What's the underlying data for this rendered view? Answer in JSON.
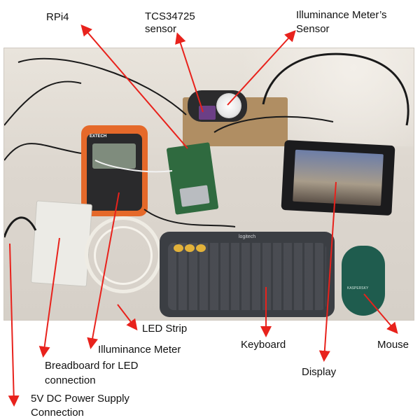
{
  "labels": {
    "rpi4": "RPi4",
    "tcs_line1": "TCS34725",
    "tcs_line2": "sensor",
    "meter_sensor_line1": "Illuminance Meter’s",
    "meter_sensor_line2": "Sensor",
    "led_strip": "LED Strip",
    "illuminance_meter": "Illuminance Meter",
    "keyboard": "Keyboard",
    "mouse": "Mouse",
    "breadboard_line1": "Breadboard for LED",
    "breadboard_line2": "connection",
    "display": "Display",
    "power_line1": "5V DC Power Supply",
    "power_line2": "Connection"
  },
  "device_text": {
    "meter_brand": "EXTECH",
    "keyboard_brand": "logitech",
    "mouse_brand": "KASPERSKY"
  },
  "colors": {
    "arrow": "#e8221c",
    "meter_body": "#e5692a",
    "keyboard": "#3b3e43",
    "mouse": "#1f5c4e"
  }
}
